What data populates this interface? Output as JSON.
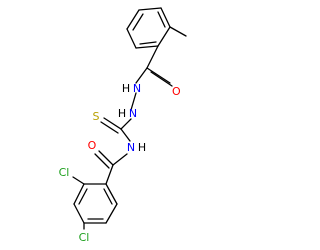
{
  "molecule": {
    "atoms": {
      "o_top": "O",
      "h_hydrazide_a": "H",
      "n_hydrazide_a": "N",
      "h_hydrazide_b": "H",
      "n_hydrazide_b": "N",
      "s_thio": "S",
      "h_amide": "H",
      "n_amide": "N",
      "o_amide": "O",
      "cl_ortho": "Cl",
      "cl_para": "Cl"
    },
    "colors": {
      "bond": "#000000",
      "O": "#ff0000",
      "N": "#0000ff",
      "S": "#b8a000",
      "Cl": "#1ea01e",
      "H": "#000000"
    }
  }
}
